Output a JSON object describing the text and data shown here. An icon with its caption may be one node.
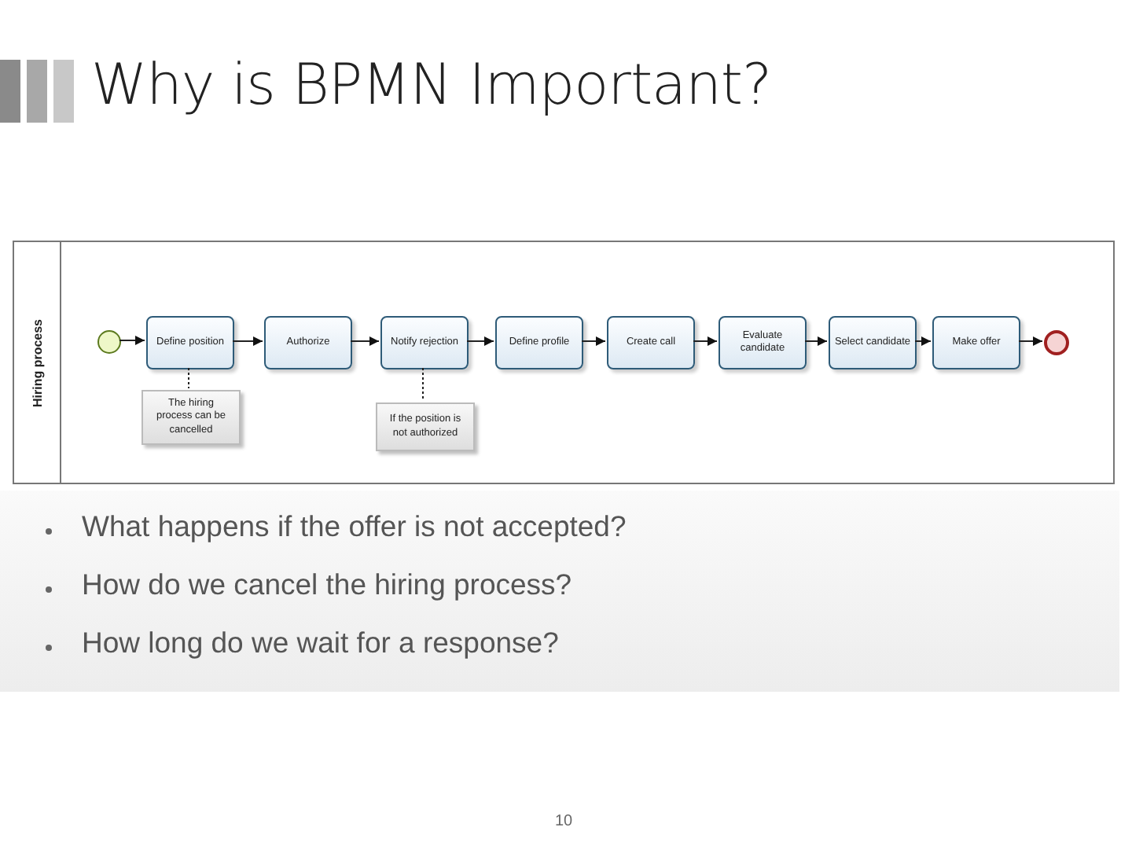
{
  "diagram": {
    "title": "Why is BPMN Important?",
    "nodes": [
      {
        "text": [
          "Hiring process"
        ]
      },
      {
        "text": [],
        "shape": "circle",
        "in": 0
      },
      {
        "text": [
          "Define position"
        ],
        "in": 0
      },
      {
        "text": [
          "Authorize"
        ],
        "in": 0
      },
      {
        "text": [
          "Notify rejection"
        ],
        "in": 0
      },
      {
        "text": [
          "Define profile"
        ],
        "in": 0
      },
      {
        "text": [
          "Create call"
        ],
        "in": 0
      },
      {
        "text": [
          "Evaluate candidate"
        ],
        "in": 0
      },
      {
        "text": [
          "Select candidate"
        ],
        "in": 0
      },
      {
        "text": [
          "Make offer"
        ],
        "in": 0
      },
      {
        "text": [],
        "shape": "circle",
        "in": 0
      },
      {
        "text": [
          "The hiring process can be cancelled"
        ],
        "in": 0
      },
      {
        "text": [
          "If the position is not authorized"
        ],
        "in": 0
      }
    ],
    "edges": [
      {
        "from": 1,
        "to": 2,
        "arrow": "to"
      },
      {
        "from": 2,
        "to": 3,
        "arrow": "to"
      },
      {
        "from": 3,
        "to": 4,
        "arrow": "to"
      },
      {
        "from": 4,
        "to": 5,
        "arrow": "to"
      },
      {
        "from": 5,
        "to": 6,
        "arrow": "to"
      },
      {
        "from": 6,
        "to": 7,
        "arrow": "to"
      },
      {
        "from": 7,
        "to": 8,
        "arrow": "to"
      },
      {
        "from": 8,
        "to": 9,
        "arrow": "to"
      },
      {
        "from": 9,
        "to": 10,
        "arrow": "to"
      },
      {
        "from": 2,
        "to": 11,
        "arrow": "none",
        "style": "dashed"
      },
      {
        "from": 4,
        "to": 12,
        "arrow": "none",
        "style": "dashed"
      }
    ],
    "labels": [
      "What happens if the offer is not accepted?",
      "How do we cancel the hiring process?",
      "How long do we wait for a response?",
      "10"
    ]
  }
}
